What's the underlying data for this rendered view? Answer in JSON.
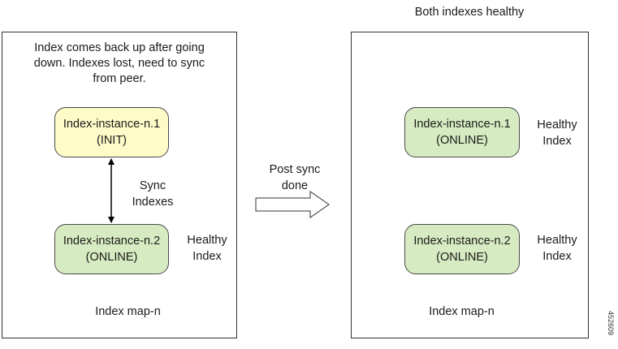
{
  "colors": {
    "init_fill": "#fdfbc8",
    "online_fill": "#d6ebc1",
    "border": "#333333"
  },
  "left_panel": {
    "note_lines": [
      "Index comes back up after going",
      "down. Indexes lost, need to sync",
      "from peer."
    ],
    "node_top": {
      "name": "Index-instance-n.1",
      "state": "(INIT)"
    },
    "sync_label": [
      "Sync",
      "Indexes"
    ],
    "node_bottom": {
      "name": "Index-instance-n.2",
      "state": "(ONLINE)"
    },
    "bottom_health": [
      "Healthy",
      "Index"
    ],
    "map_label": "Index map-n"
  },
  "transition": {
    "label": [
      "Post sync",
      "done"
    ]
  },
  "right_panel": {
    "title": "Both indexes healthy",
    "node_top": {
      "name": "Index-instance-n.1",
      "state": "(ONLINE)"
    },
    "top_health": [
      "Healthy",
      "Index"
    ],
    "node_bottom": {
      "name": "Index-instance-n.2",
      "state": "(ONLINE)"
    },
    "bottom_health": [
      "Healthy",
      "Index"
    ],
    "map_label": "Index map-n"
  },
  "figure_id": "452609"
}
